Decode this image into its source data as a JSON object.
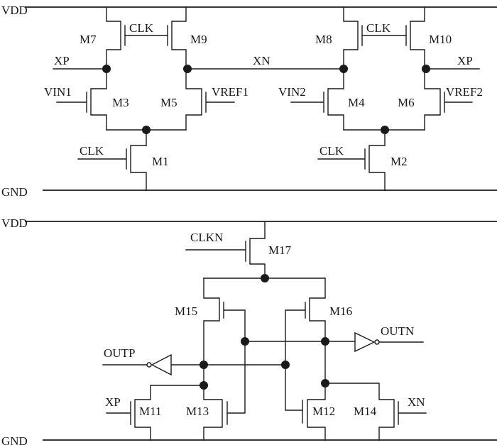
{
  "rails": {
    "vdd": "VDD",
    "gnd": "GND"
  },
  "transistors": {
    "m1": "M1",
    "m2": "M2",
    "m3": "M3",
    "m4": "M4",
    "m5": "M5",
    "m6": "M6",
    "m7": "M7",
    "m8": "M8",
    "m9": "M9",
    "m10": "M10",
    "m11": "M11",
    "m12": "M12",
    "m13": "M13",
    "m14": "M14",
    "m15": "M15",
    "m16": "M16",
    "m17": "M17"
  },
  "signals": {
    "clk": "CLK",
    "clkn": "CLKN",
    "xp": "XP",
    "xn": "XN",
    "vin1": "VIN1",
    "vin2": "VIN2",
    "vref1": "VREF1",
    "vref2": "VREF2",
    "outp": "OUTP",
    "outn": "OUTN"
  }
}
